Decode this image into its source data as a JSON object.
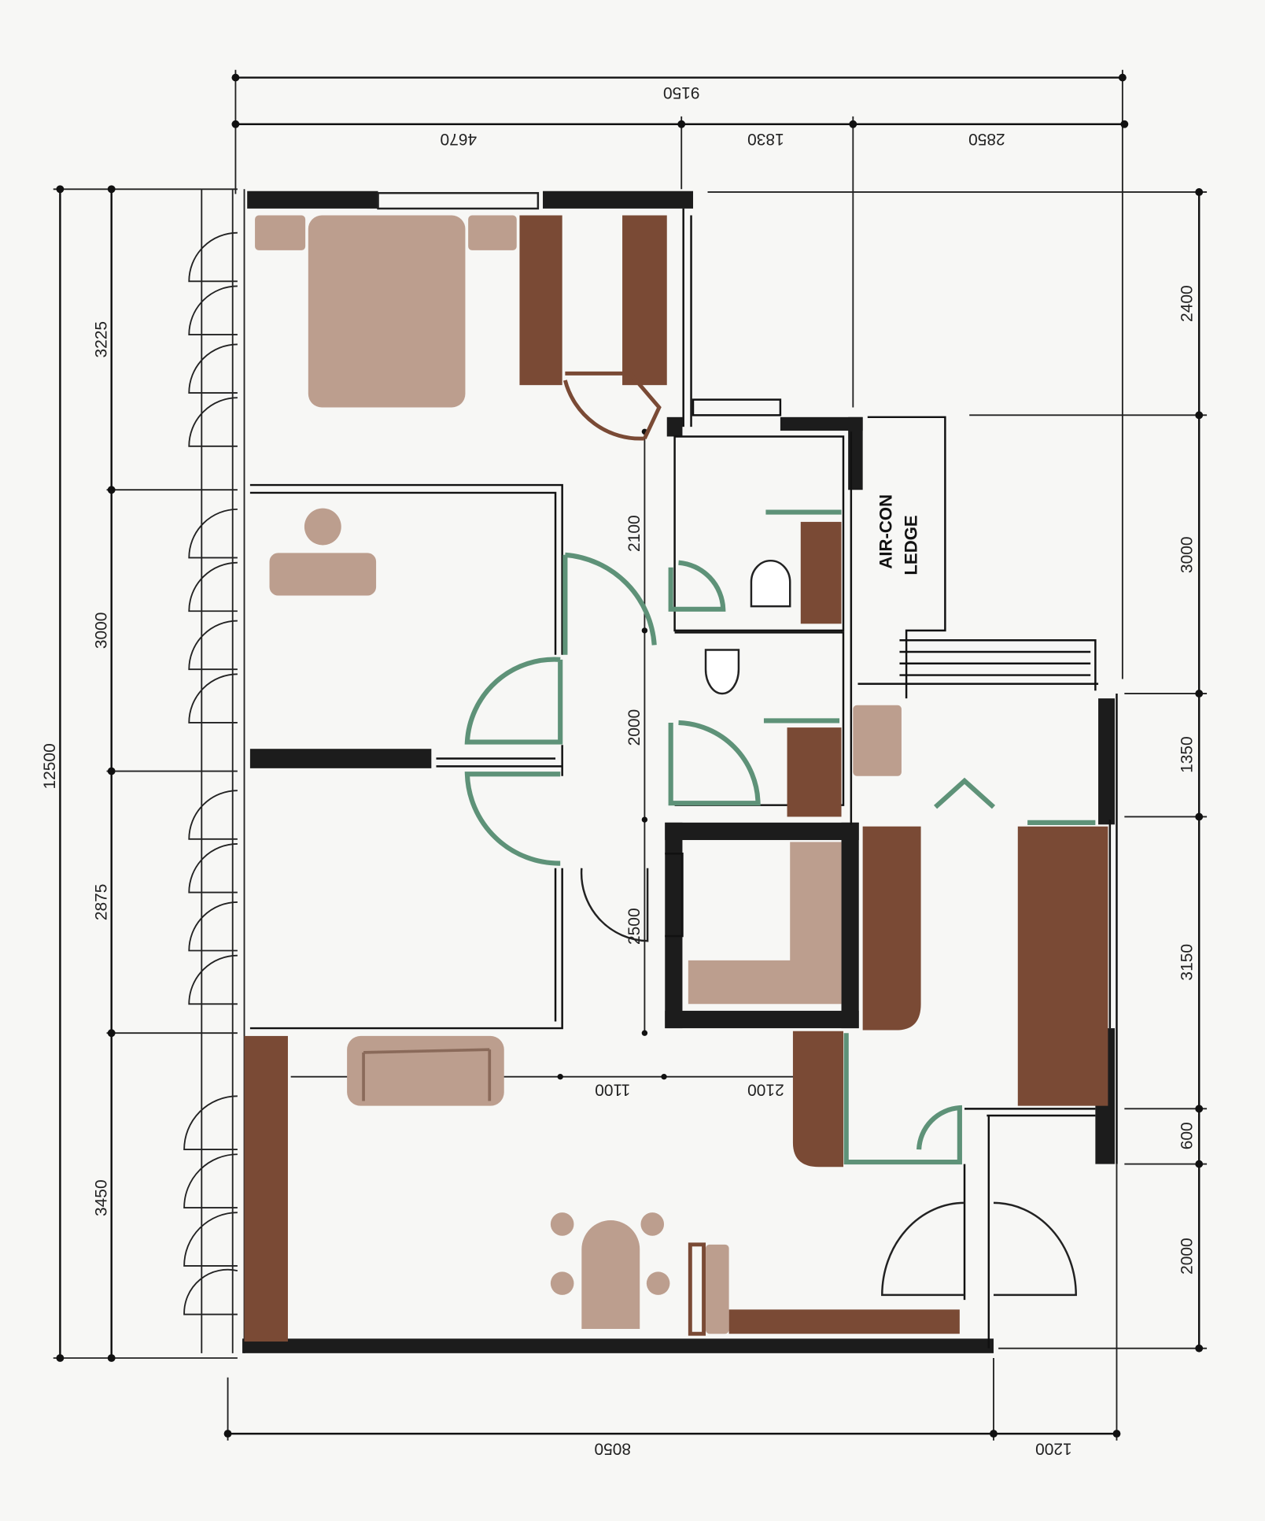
{
  "colors": {
    "wall": "#1c1c1c",
    "furniture_loose": "#bc9e8e",
    "furniture_built_in": "#7a4a35",
    "doors": "#5e9278",
    "background": "#f7f7f5"
  },
  "dimensions": {
    "top_overall": "9150",
    "top_segments": [
      "4670",
      "1830",
      "2850"
    ],
    "left_overall": "12500",
    "left_segments": [
      "3225",
      "3000",
      "2875",
      "3450"
    ],
    "right_segments": [
      "2400",
      "3000",
      "1350",
      "3150",
      "600",
      "2000"
    ],
    "bottom_segments": [
      "8050",
      "1200"
    ],
    "inner_vertical": [
      "2100",
      "2000",
      "2500"
    ],
    "inner_horizontal": [
      "1100",
      "2100"
    ]
  },
  "labels": {
    "aircon_ledge_line1": "AIR-CON",
    "aircon_ledge_line2": "LEDGE"
  }
}
